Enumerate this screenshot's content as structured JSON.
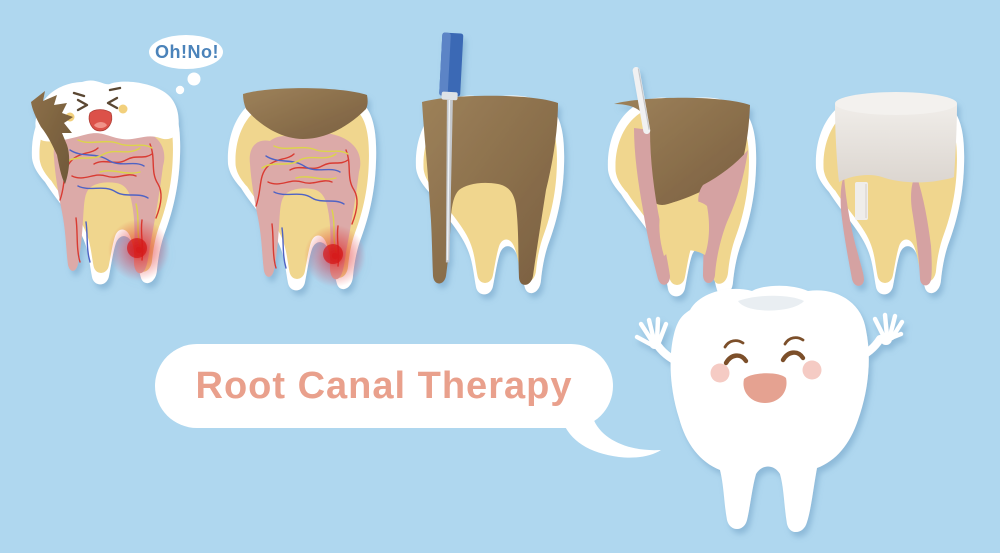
{
  "banner": {
    "text": "Root Canal Therapy",
    "text_color": "#e9a08c",
    "bubble_color": "#ffffff"
  },
  "thought_bubble": {
    "text": "Oh!No!",
    "text_color": "#4b83ba",
    "bubble_color": "#ffffff"
  },
  "illustration": {
    "stages": [
      "decayed-tooth-with-sad-face",
      "opened-crown-inflamed-pulp",
      "root-canal-cleaning-with-file",
      "canal-filling-with-plugger",
      "restored-tooth-with-crown"
    ],
    "character": "happy-tooth-raising-arms"
  },
  "colors": {
    "background": "#afd7ef",
    "enamel_white": "#ffffff",
    "dentin_yellow": "#f0d68e",
    "pulp_pink": "#dcaaa8",
    "canal_filling_pink": "#d5a2a2",
    "decay_brown": "#8d7049",
    "cavity_hollow_brown": "#9d8159",
    "infection_red": "#dc1616",
    "vessel_red": "#d93a31",
    "vessel_blue": "#4f63c4",
    "vessel_yellow": "#dcd44b",
    "file_handle_blue": "#3b69b5",
    "instrument_silver": "#c4c8cd",
    "crown_gray": "#e7e2dd",
    "blush_yellow": "#f2d07c",
    "blush_pink": "#f5cbc4",
    "face_brown": "#7b4f2a"
  }
}
